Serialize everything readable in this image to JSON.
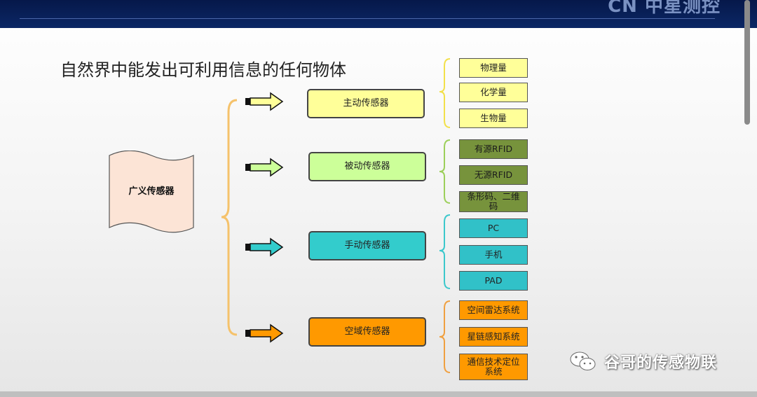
{
  "header": {
    "logo_text": "CN 中星测控"
  },
  "title": "自然界中能发出可利用信息的任何物体",
  "root": {
    "label": "广义传感器"
  },
  "categories": [
    {
      "label": "主动传感器",
      "leaves": [
        "物理量",
        "化学量",
        "生物量"
      ]
    },
    {
      "label": "被动传感器",
      "leaves": [
        "有源RFID",
        "无源RFID",
        "条形码、二维码"
      ]
    },
    {
      "label": "手动传感器",
      "leaves": [
        "PC",
        "手机",
        "PAD"
      ]
    },
    {
      "label": "空域传感器",
      "leaves": [
        "空间雷达系统",
        "星链感知系统",
        "通信技术定位系统"
      ]
    }
  ],
  "watermark": {
    "text": "谷哥的传感物联"
  },
  "colors": {
    "yellow": "#ffff99",
    "light_green": "#ccff99",
    "olive": "#77933c",
    "cyan": "#33cccc",
    "orange": "#ff9900",
    "root_fill": "#fce4d6",
    "header_navy": "#0b2765"
  }
}
